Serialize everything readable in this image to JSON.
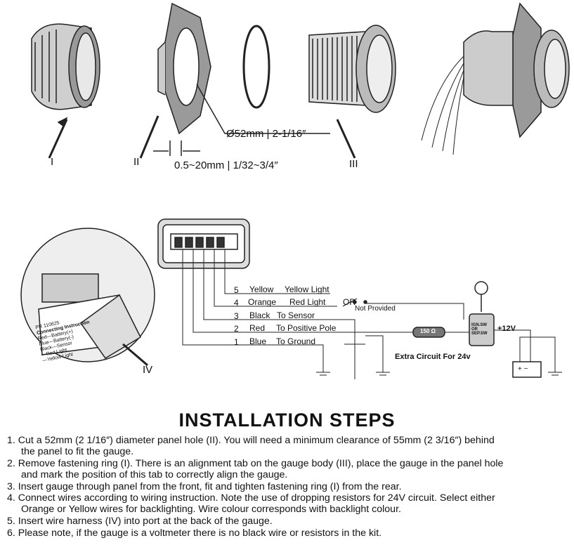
{
  "parts": {
    "ring": "I",
    "panel": "II",
    "gauge": "III",
    "harness": "IV",
    "hole": "Ø52mm | 2-1/16″",
    "thickness": "0.5~20mm | 1/32~3/4″"
  },
  "wiring": [
    {
      "pin": "5",
      "color": "Yellow",
      "use": "Yellow Light"
    },
    {
      "pin": "4",
      "color": "Orange",
      "use": "Red Light"
    },
    {
      "pin": "3",
      "color": "Black",
      "use": "To Sensor"
    },
    {
      "pin": "2",
      "color": "Red",
      "use": "To Positive Pole"
    },
    {
      "pin": "1",
      "color": "Blue",
      "use": "To Ground"
    }
  ],
  "switch": {
    "or": "OR",
    "not_provided": "Not Provided"
  },
  "resistor": "150 Ω",
  "ign": [
    "IGN.SW",
    "OR",
    "SEP.SW"
  ],
  "voltage": "+12V",
  "extra": "Extra Circuit For 24v",
  "battery": "+ −",
  "inset": {
    "code": "PR 110825",
    "heading": "Connecting Instruction",
    "lines": [
      "Red—Battery(+)",
      "Blue—Battery(-)",
      "Black—Sensor",
      "—Red Light",
      "—Yellow Light"
    ]
  },
  "title": "INSTALLATION STEPS",
  "steps": [
    [
      "1. Cut a 52mm (2 1/16″) diameter panel hole (II). You will need a minimum clearance of 55mm (2 3/16″) behind",
      "the panel to fit the gauge."
    ],
    [
      "2. Remove fastening ring (I). There is an alignment tab on the gauge body (III), place the gauge in the panel hole",
      "and mark the position of this tab to correctly align the gauge."
    ],
    [
      "3. Insert gauge through panel from the front, fit and tighten fastening ring (I) from the rear."
    ],
    [
      "4. Connect wires according to wiring instruction. Note the use of dropping resistors for 24V circuit. Select either",
      "Orange or Yellow wires for backlighting. Wire colour corresponds with backlight colour."
    ],
    [
      "5. Insert wire harness (IV) into port at the back of the gauge."
    ],
    [
      "6. Please note, if the gauge is a voltmeter there is no black wire or resistors in the kit."
    ]
  ]
}
